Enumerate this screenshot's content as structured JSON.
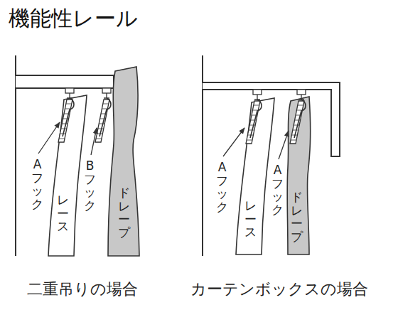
{
  "diagram": {
    "title": "機能性レール",
    "nodes": [
      {
        "text": [
          "レース"
        ]
      },
      {
        "text": [
          "ドレープ"
        ]
      },
      {
        "text": [
          "レース"
        ]
      },
      {
        "text": [
          "ドレープ"
        ]
      }
    ],
    "labels": [
      "Aフック",
      "Bフック",
      "Aフック",
      "Aフック",
      "二重吊りの場合",
      "カーテンボックスの場合"
    ]
  }
}
